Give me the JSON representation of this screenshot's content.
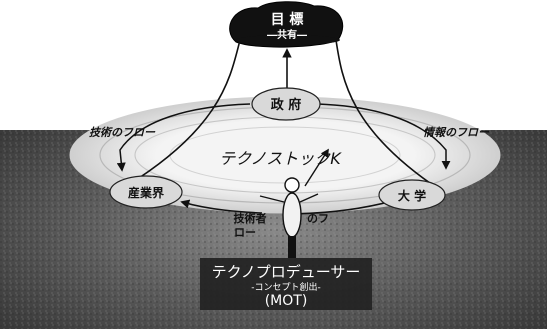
{
  "goal": {
    "title": "目 標",
    "subtitle": "―共有―"
  },
  "nodes": {
    "government": "政 府",
    "industry": "産業界",
    "university": "大 学"
  },
  "flows": {
    "technology_flow": "技術のフロー",
    "information_flow": "情報のフロー",
    "engineer_flow_a": "技術者",
    "engineer_flow_b": "のフ",
    "engineer_flow_c": "ロー"
  },
  "center_label": "テクノストックK",
  "producer": {
    "title": "テクノプロデューサー",
    "subtitle": "-コンセプト創出-",
    "abbr": "(MOT)"
  },
  "colors": {
    "ink": "#111111",
    "ring": "#bdbdbd",
    "node_fill": "#d9d9d9",
    "ground": "#4a4a4a"
  }
}
